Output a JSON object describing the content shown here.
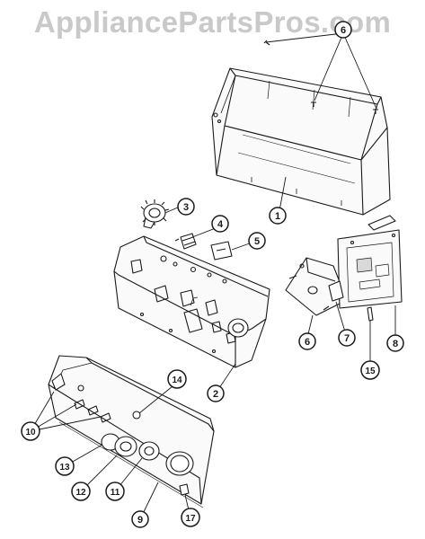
{
  "watermark": "AppliancePartsPros.com",
  "callouts": [
    {
      "id": "1",
      "label": "1"
    },
    {
      "id": "2",
      "label": "2"
    },
    {
      "id": "3",
      "label": "3"
    },
    {
      "id": "4",
      "label": "4"
    },
    {
      "id": "5",
      "label": "5"
    },
    {
      "id": "6a",
      "label": "6"
    },
    {
      "id": "6b",
      "label": "6"
    },
    {
      "id": "7",
      "label": "7"
    },
    {
      "id": "8",
      "label": "8"
    },
    {
      "id": "9",
      "label": "9"
    },
    {
      "id": "10",
      "label": "10"
    },
    {
      "id": "11",
      "label": "11"
    },
    {
      "id": "12",
      "label": "12"
    },
    {
      "id": "13",
      "label": "13"
    },
    {
      "id": "14",
      "label": "14"
    },
    {
      "id": "15",
      "label": "15"
    },
    {
      "id": "17",
      "label": "17"
    }
  ],
  "colors": {
    "ink": "#1a1a1a",
    "watermark": "#c9c9c9",
    "shade": "#d9d9d9"
  }
}
